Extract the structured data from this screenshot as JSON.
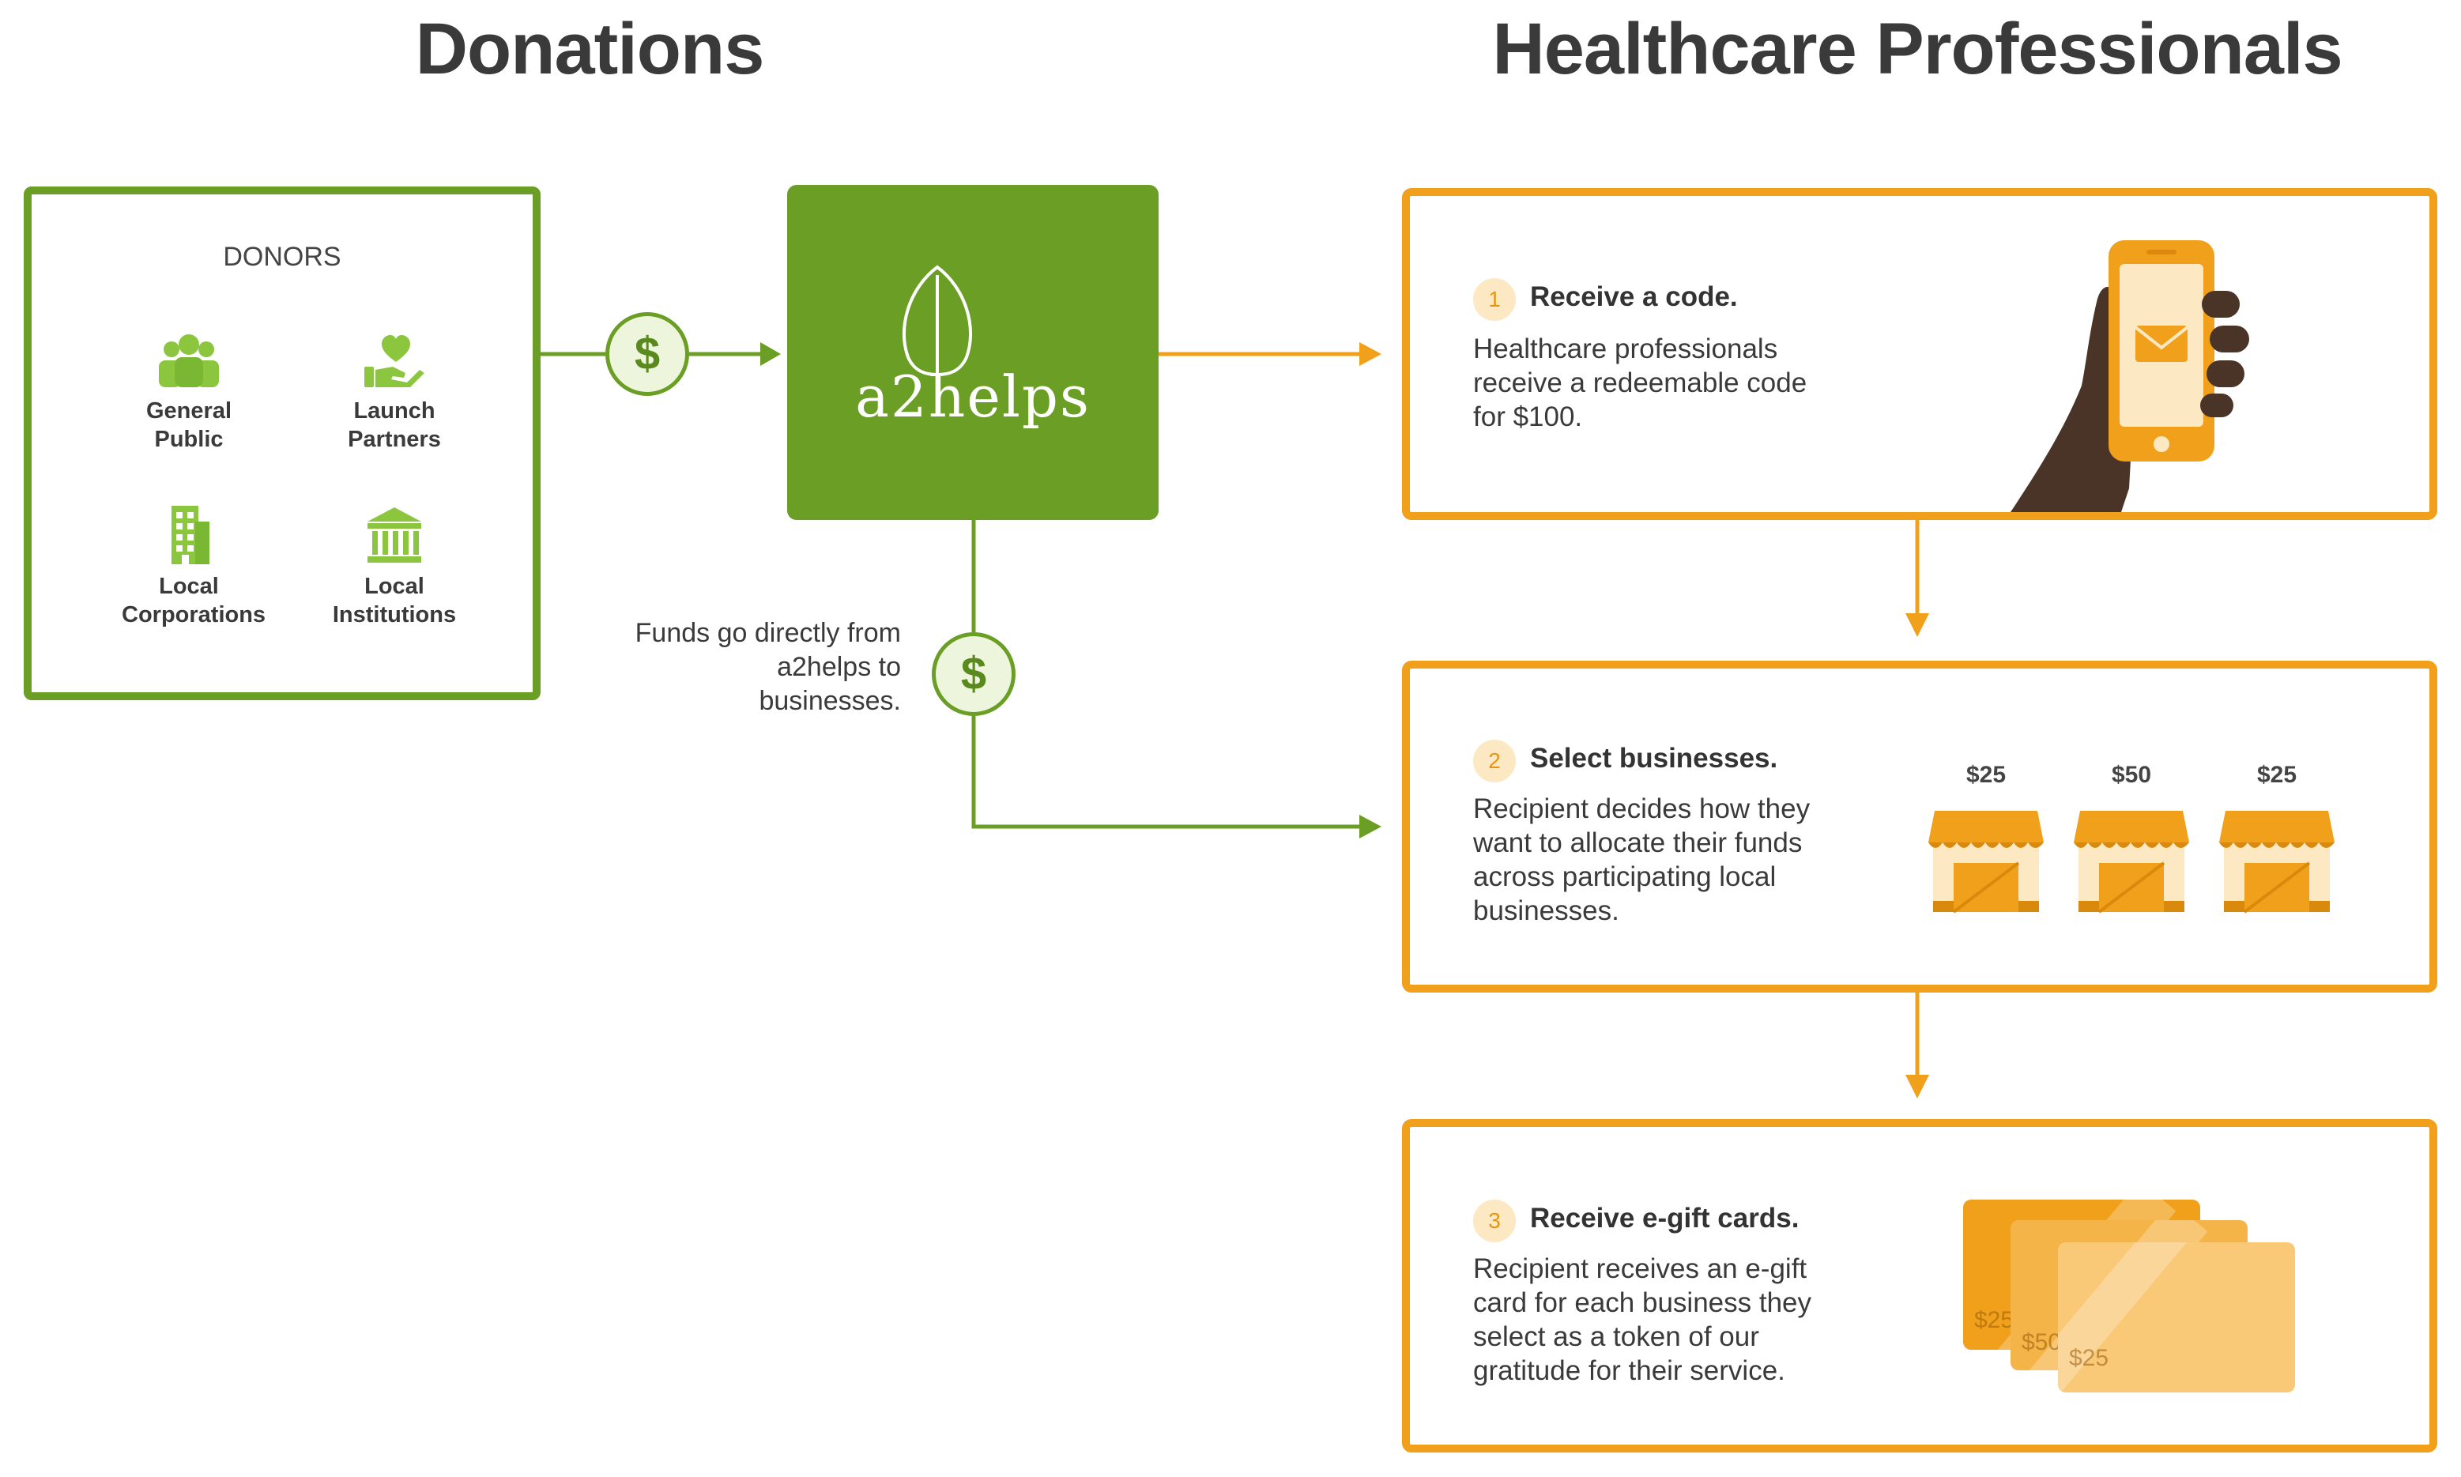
{
  "headings": {
    "donations": "Donations",
    "healthcare": "Healthcare Professionals"
  },
  "donors": {
    "title": "DONORS",
    "items": [
      {
        "label": "General Public",
        "icon": "people-group-icon"
      },
      {
        "label": "Launch Partners",
        "icon": "heart-in-hand-icon"
      },
      {
        "label": "Local Corporations",
        "icon": "office-building-icon"
      },
      {
        "label": "Local Institutions",
        "icon": "institution-columns-icon"
      }
    ]
  },
  "coin_symbol": "$",
  "logo": {
    "text": "a2helps",
    "icon": "leaf-icon"
  },
  "funds_note": "Funds go directly from a2helps to businesses.",
  "steps": [
    {
      "number": "1",
      "title": "Receive a code.",
      "description": "Healthcare professionals receive a redeemable code for $100.",
      "illustration": "hand-holding-phone-icon"
    },
    {
      "number": "2",
      "title": "Select businesses.",
      "description": "Recipient decides how they want to allocate their funds across participating local businesses.",
      "illustration": "storefront-icon",
      "amounts": [
        "$25",
        "$50",
        "$25"
      ]
    },
    {
      "number": "3",
      "title": "Receive e-gift cards.",
      "description": "Recipient receives an e-gift card for each business they select as a token of our gratitude for their service.",
      "illustration": "gift-card-icon",
      "card_values": [
        "$25",
        "$50",
        "$25"
      ]
    }
  ],
  "colors": {
    "green": "#6b9e25",
    "orange": "#f0a01b",
    "light_green": "#8cc63f"
  }
}
